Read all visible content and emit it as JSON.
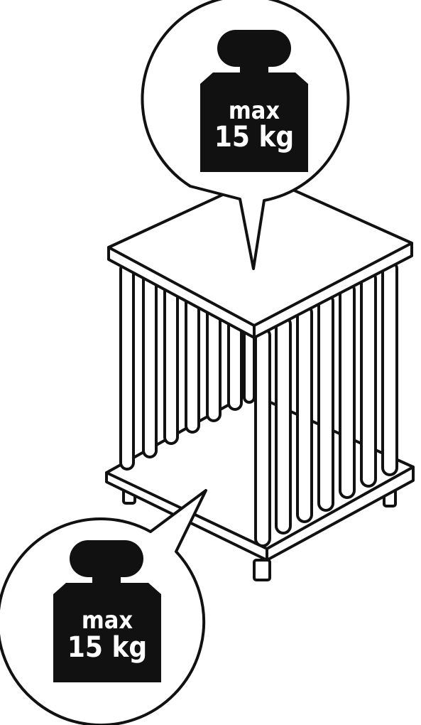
{
  "top_callout": {
    "line1": "max",
    "line2": "15 kg"
  },
  "bottom_callout": {
    "line1": "max",
    "line2": "15 kg"
  },
  "colors": {
    "ink": "#111111",
    "paper": "#ffffff"
  }
}
